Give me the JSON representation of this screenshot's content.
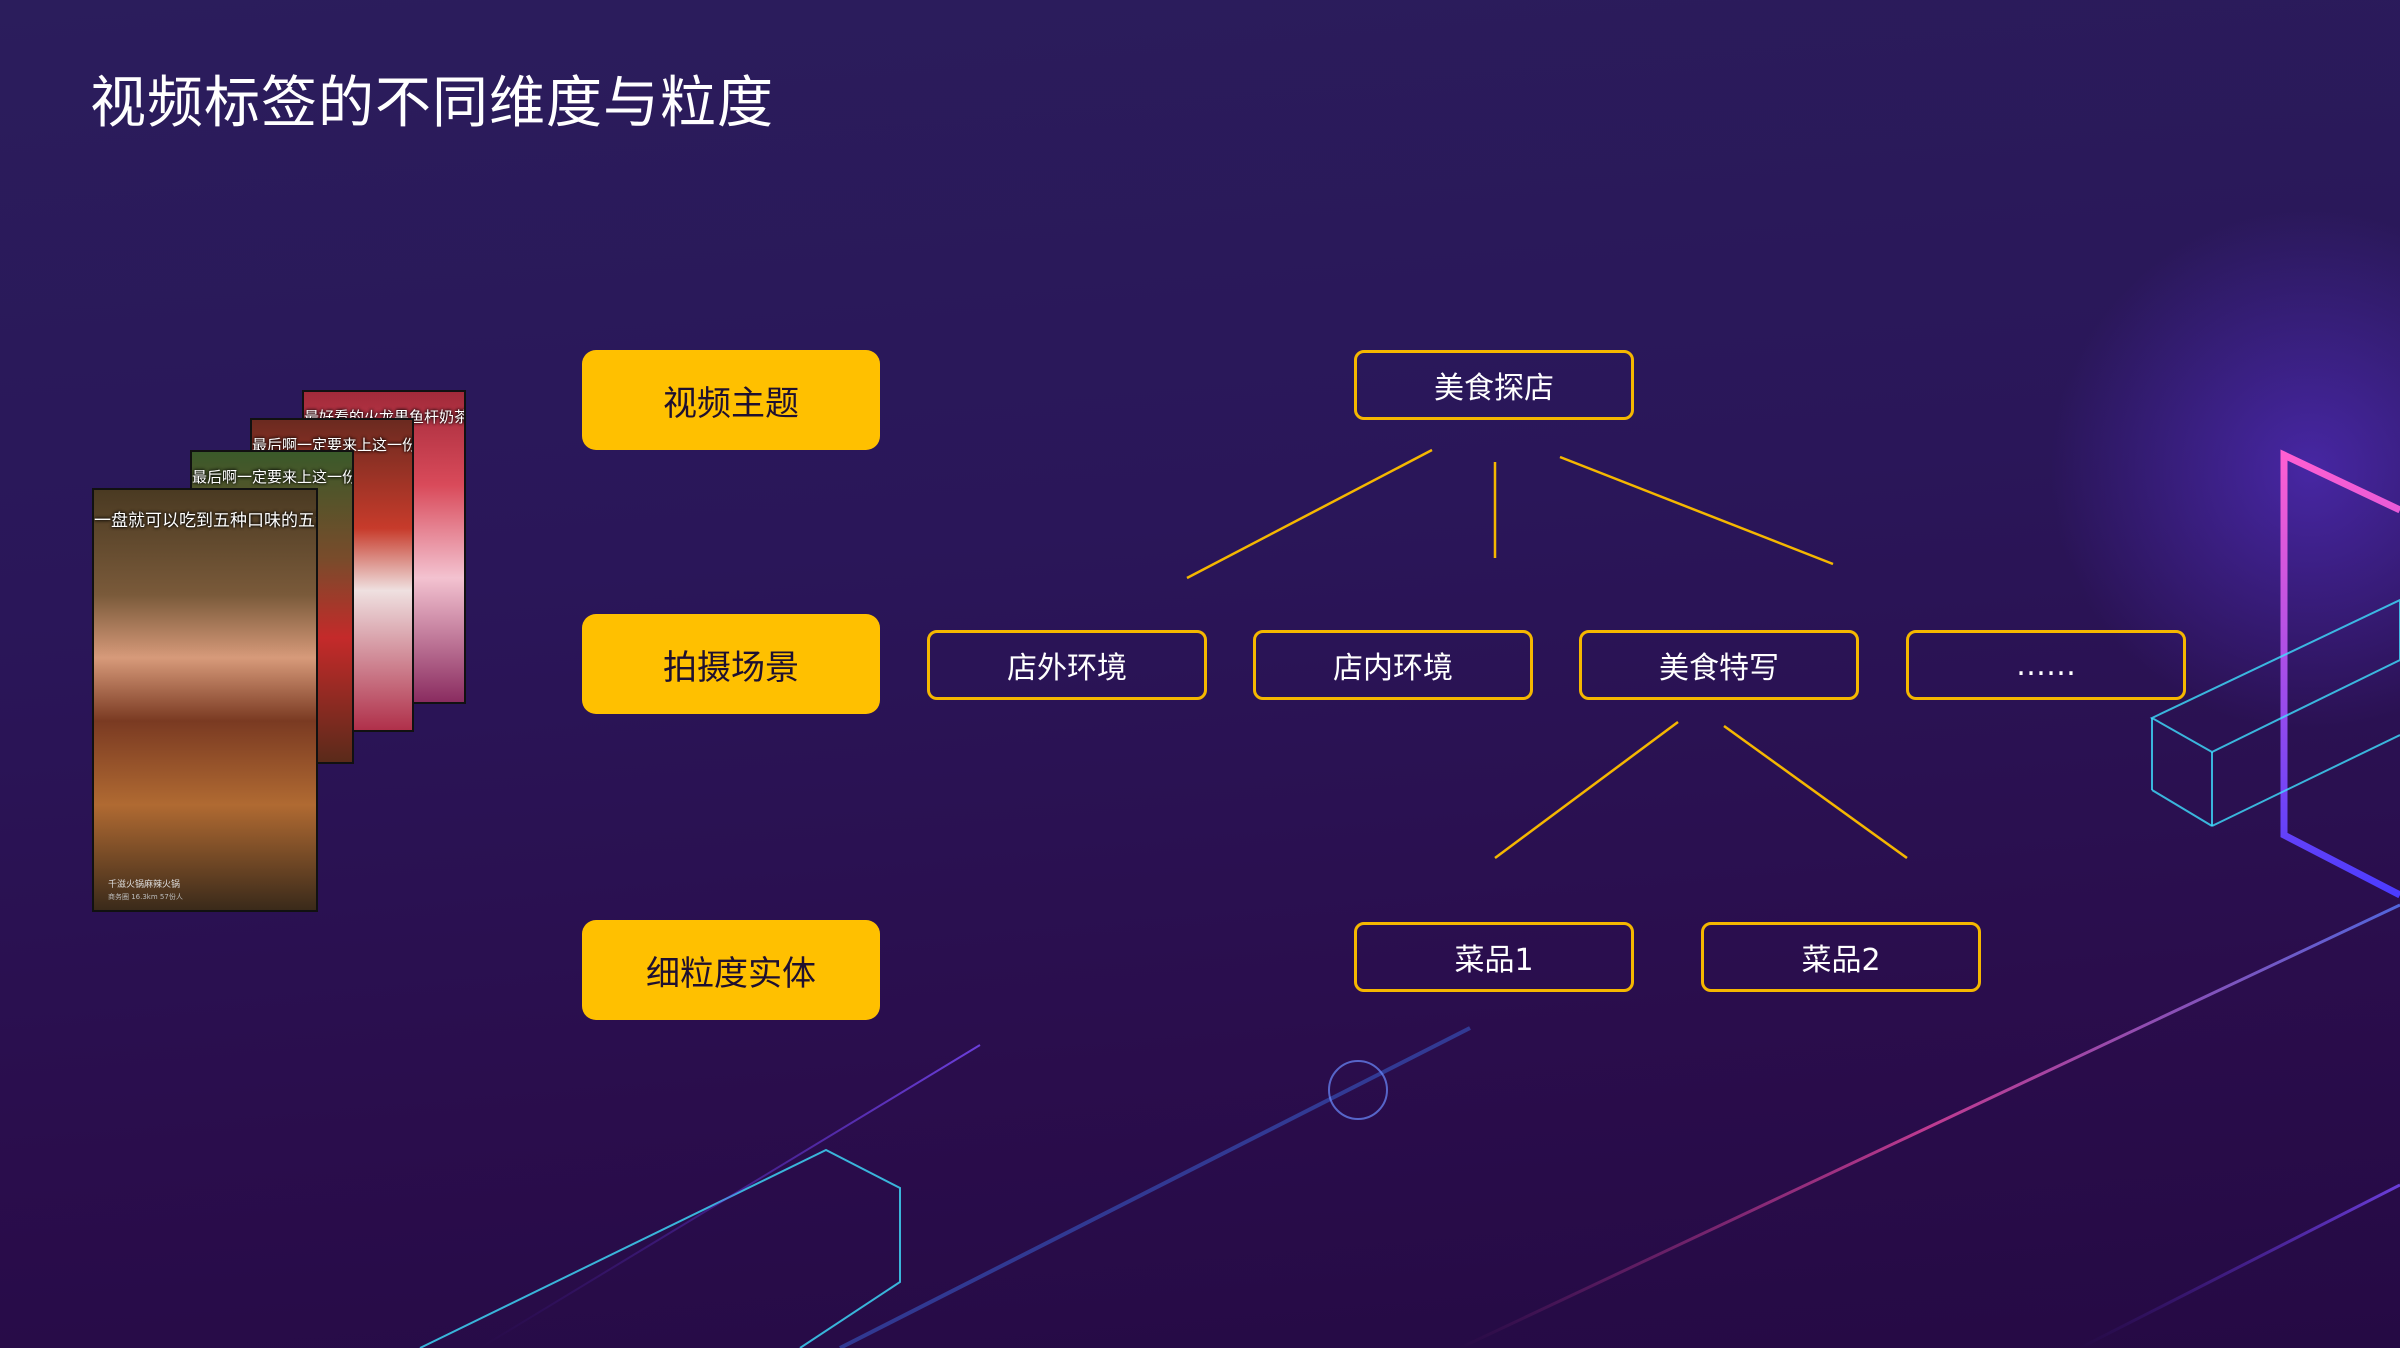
{
  "title": "视频标签的不同维度与粒度",
  "levels": [
    {
      "label": "视频主题"
    },
    {
      "label": "拍摄场景"
    },
    {
      "label": "细粒度实体"
    }
  ],
  "tree": {
    "root": "美食探店",
    "scenes": [
      "店外环境",
      "店内环境",
      "美食特写",
      "……"
    ],
    "entities": [
      "菜品1",
      "菜品2"
    ]
  },
  "thumbnails": {
    "captions": [
      "一盘就可以吃到五种口味的五湖牛肉",
      "最后啊一定要来上这一份滤冰",
      "最后啊一定要来上这一份滤冰",
      "最好看的火龙果鱼杆奶茶"
    ],
    "footer_line1": "千滋火锅麻辣火锅",
    "footer_line2": "商务圈 16.3km  57份人"
  },
  "colors": {
    "accent": "#ffc000",
    "node_border": "#f5b700",
    "connector": "#f5b700"
  }
}
